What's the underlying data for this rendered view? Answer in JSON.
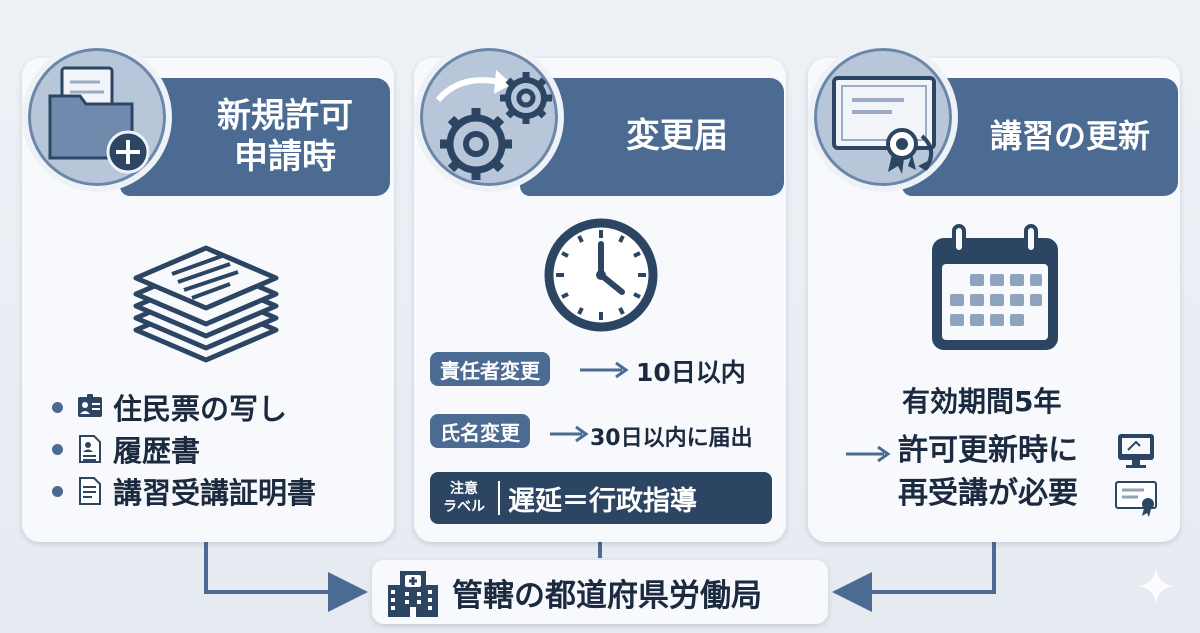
{
  "panels": [
    {
      "title_lines": [
        "新規許可",
        "申請時"
      ],
      "items": [
        "住民票の写し",
        "履歴書",
        "講習受講証明書"
      ]
    },
    {
      "title": "変更届",
      "rows": [
        {
          "tag": "責任者変更",
          "value": "10日以内"
        },
        {
          "tag": "氏名変更",
          "value": "30日以内に届出"
        }
      ],
      "note": {
        "label_line1": "注意",
        "label_line2": "ラベル",
        "text": "遅延＝行政指導"
      }
    },
    {
      "title": "講習の更新",
      "validity": "有効期間5年",
      "renewal_lines": [
        "許可更新時に",
        "再受講が必要"
      ]
    }
  ],
  "hub": {
    "label": "管轄の都道府県労働局"
  },
  "colors": {
    "accent": "#4c6b92",
    "dark": "#2c4563",
    "panel": "#f7f9fc",
    "circle": "#b7c6d9"
  },
  "icons": [
    "folder-add-icon",
    "gears-icon",
    "certificate-icon",
    "document-stack-icon",
    "clock-icon",
    "calendar-icon",
    "id-card-icon",
    "resume-icon",
    "certificate-doc-icon",
    "monitor-icon",
    "award-icon",
    "building-icon"
  ]
}
